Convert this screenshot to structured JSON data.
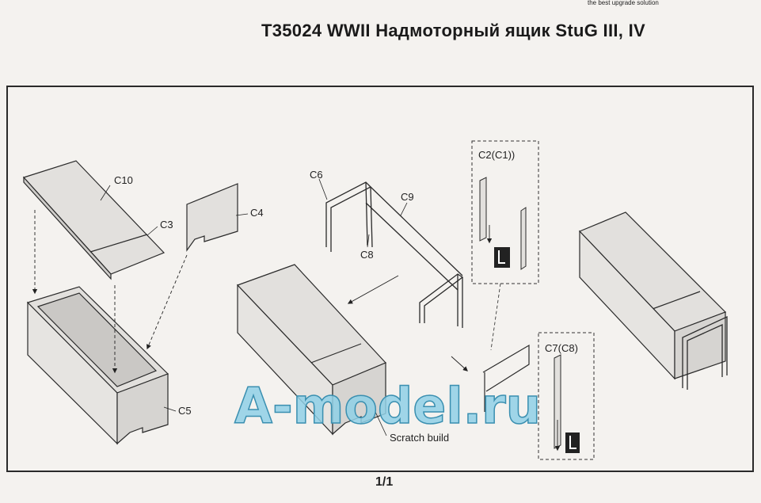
{
  "header": {
    "title": "T35024  WWII Надмоторный ящик StuG III,  IV",
    "corner_text": "the best upgrade solution"
  },
  "labels": {
    "c10": "C10",
    "c3": "C3",
    "c4": "C4",
    "c5": "C5",
    "c6": "C6",
    "c9": "C9",
    "c8": "C8",
    "c2_c1": "C2(C1))",
    "c7_c8": "C7(C8)",
    "scratch": "Scratch build"
  },
  "watermark": "A-model.ru",
  "footer": {
    "page": "1/1"
  },
  "colors": {
    "line": "#2a2a2a",
    "watermark": "#8fd0e6",
    "part_fill": "#e2e0dd"
  }
}
